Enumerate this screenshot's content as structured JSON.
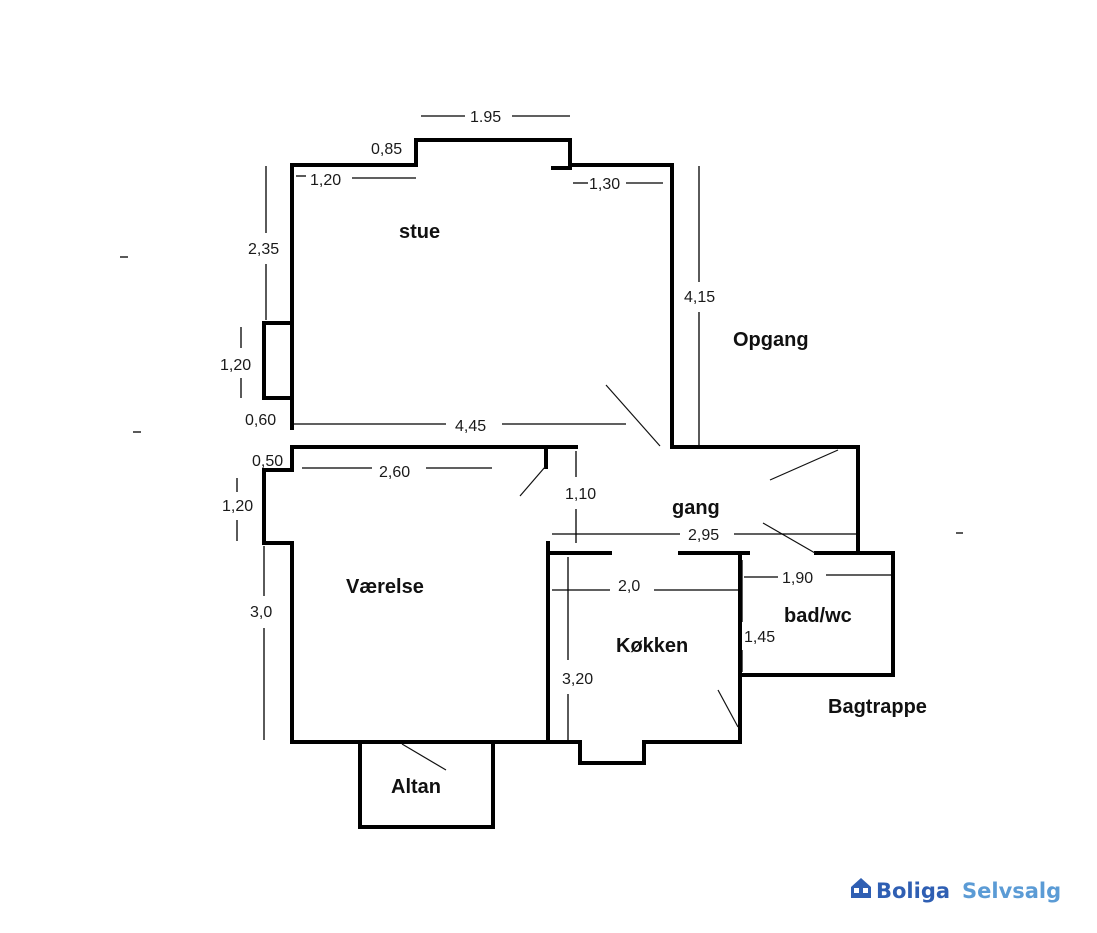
{
  "rooms": {
    "stue": "stue",
    "opgang": "Opgang",
    "gang": "gang",
    "vaerelse": "Værelse",
    "kokken": "Køkken",
    "bad": "bad/wc",
    "bagtrappe": "Bagtrappe",
    "altan": "Altan"
  },
  "dimensions": {
    "top_width": "1.95",
    "bay_left": "0,85",
    "stue_left_top": "1,20",
    "stue_right_top": "1,30",
    "stue_left_height": "2,35",
    "stue_bay_height": "1,20",
    "stue_right_height": "4,15",
    "stue_wall_offset": "0,60",
    "stue_depth": "4,45",
    "vaerelse_offset": "0,50",
    "vaerelse_top": "2,60",
    "vaerelse_bay_height": "1,20",
    "vaerelse_door_gap": "1,10",
    "vaerelse_height": "3,0",
    "gang_width": "2,95",
    "kokken_width": "2,0",
    "kokken_height": "3,20",
    "bad_width": "1,90",
    "bad_height": "1,45"
  },
  "logo": {
    "part1": "Boliga",
    "part2": "Selvsalg",
    "colors": {
      "primary": "#2f5fb3",
      "secondary": "#5b9bd5"
    },
    "icon": "house-icon"
  }
}
